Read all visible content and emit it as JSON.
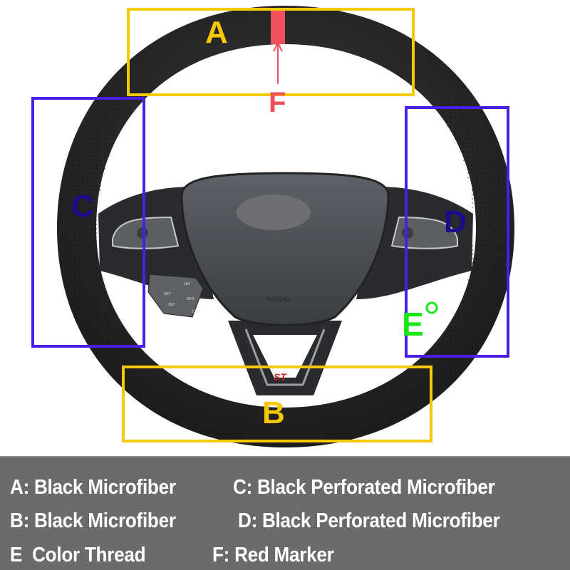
{
  "markers": {
    "a": "A",
    "b": "B",
    "c": "C",
    "d": "D",
    "e": "E",
    "f": "F"
  },
  "wheel_text": {
    "airbag": "AIRBAG",
    "lim": "LIM",
    "set_plus": "SET",
    "set_minus": "SET",
    "res": "RES",
    "can": "CAN",
    "badge": "ST"
  },
  "legend": {
    "a": "A: Black Microfiber",
    "c": "C: Black Perforated Microfiber",
    "b": "B: Black Microfiber",
    "d": "D: Black Perforated Microfiber",
    "e": "E  Color Thread",
    "f": "F: Red Marker"
  },
  "colors": {
    "yellow_box": "#f5c800",
    "purple_box": "#4b1ee6",
    "letter_navy": "#1a0c8c",
    "green": "#19e619",
    "red_marker": "#f0505a",
    "legend_bg": "#6b6b6d"
  }
}
